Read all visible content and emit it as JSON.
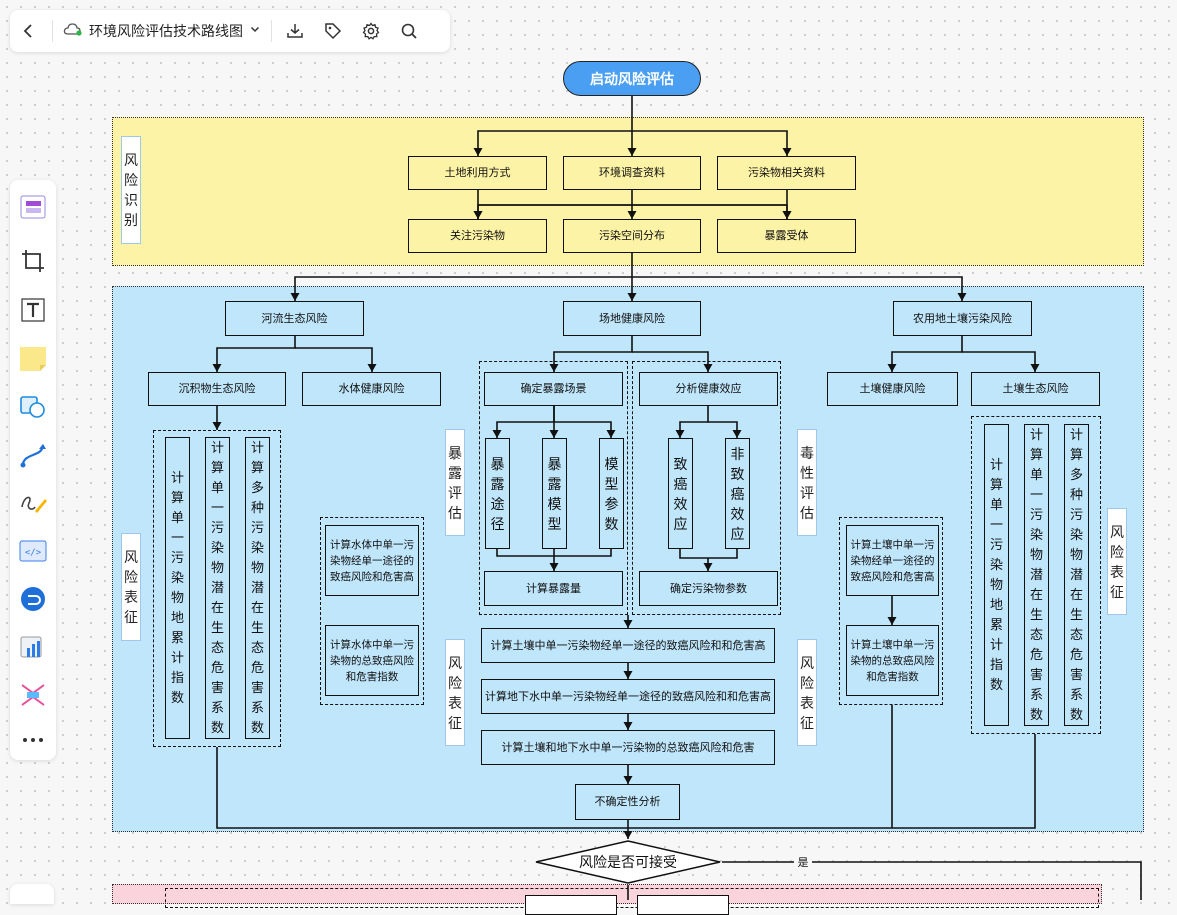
{
  "toolbar": {
    "title": "环境风险评估技术路线图"
  },
  "diagram": {
    "start": "启动风险评估",
    "section_labels": {
      "identify": "风险识别",
      "characterize_left": "风险表征",
      "exposure_eval": "暴露评估",
      "characterize_mid_left": "风险表征",
      "toxicity_eval": "毒性评估",
      "characterize_mid_right": "风险表征",
      "characterize_right": "风险表征"
    },
    "identify": {
      "land_use": "土地利用方式",
      "env_survey": "环境调查资料",
      "pollutant_info": "污染物相关资料",
      "concern_pollutant": "关注污染物",
      "spatial_dist": "污染空间分布",
      "receptor": "暴露受体"
    },
    "river": {
      "title": "河流生态风险",
      "sediment": "沉积物生态风险",
      "water": "水体健康风险",
      "v1": "计算单一污染物地累计指数",
      "v2": "计算单一污染物潜在生态危害系数",
      "v3": "计算多种污染物潜在生态危害系数",
      "w1": "计算水体中单一污染物经单一途径的致癌风险和危害高",
      "w2": "计算水体中单一污染物的总致癌风险和危害指数"
    },
    "site": {
      "title": "场地健康风险",
      "scenario": "确定暴露场景",
      "effect": "分析健康效应",
      "path": "暴露途径",
      "model": "暴露模型",
      "params": "模型参数",
      "carcino": "致癌效应",
      "noncarcino": "非致癌效应",
      "exposure_amt": "计算暴露量",
      "pollutant_params": "确定污染物参数",
      "calc1": "计算土壤中单一污染物经单一途径的致癌风险和和危害高",
      "calc2": "计算地下水中单一污染物经单一途径的致癌风险和和危害高",
      "calc3": "计算土壤和地下水中单一污染物的总致癌风险和危害",
      "uncertainty": "不确定性分析"
    },
    "farm": {
      "title": "农用地土壤污染风险",
      "health": "土壤健康风险",
      "eco": "土壤生态风险",
      "s1": "计算土壤中单一污染物经单一途径的致癌风险和危害高",
      "s2": "计算土壤中单一污染物的总致癌风险和危害指数",
      "v1": "计算单一污染物地累计指数",
      "v2": "计算单一污染物潜在生态危害系数",
      "v3": "计算多种污染物潜在生态危害系数"
    },
    "decision": "风险是否可接受",
    "yes": "是"
  },
  "colors": {
    "identify_bg": "#fdf3a6",
    "identify_border": "#3a3a3a",
    "assess_bg": "#c0e6fb",
    "start_bg": "#4a9ff2",
    "bottom_bg": "#fbd3dd"
  }
}
